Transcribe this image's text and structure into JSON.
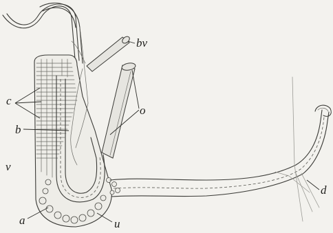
{
  "figure": {
    "labels": {
      "bv": "bv",
      "c": "c",
      "b": "b",
      "o": "o",
      "v": "v",
      "a": "a",
      "u": "u",
      "d": "d"
    },
    "colors": {
      "background": "#f3f2ee",
      "ink": "#3a3a36"
    }
  }
}
